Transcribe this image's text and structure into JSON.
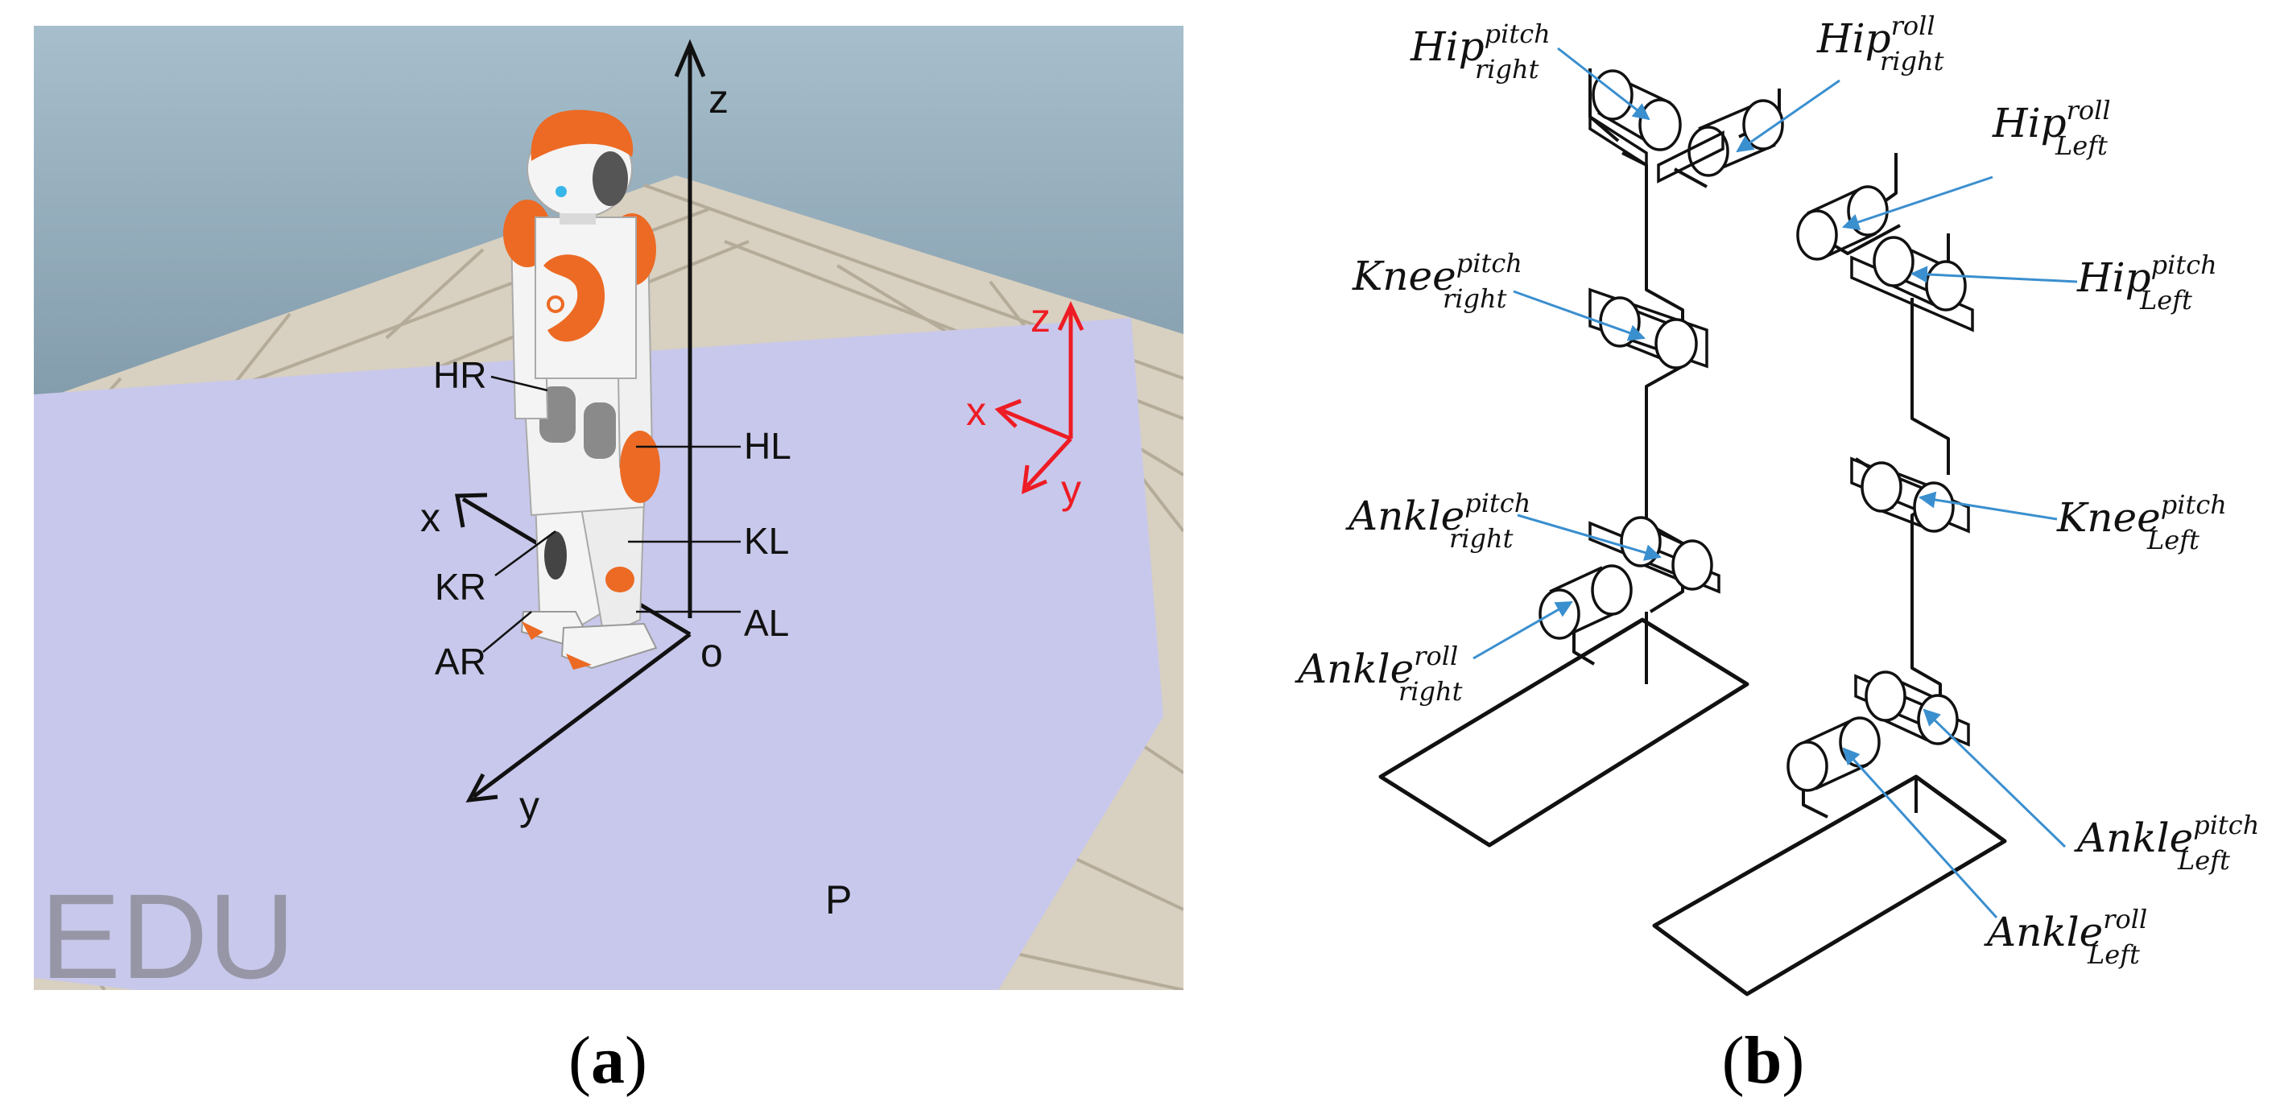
{
  "panel_a": {
    "watermark": "EDU",
    "axis_labels": {
      "z": "z",
      "x": "x",
      "y": "y",
      "origin": "o",
      "plane": "P"
    },
    "inset_axes": {
      "z": "z",
      "x": "x",
      "y": "y"
    },
    "joint_labels": {
      "HR": "HR",
      "HL": "HL",
      "KL": "KL",
      "KR": "KR",
      "AR": "AR",
      "AL": "AL"
    },
    "caption_open": "(",
    "caption_letter": "a",
    "caption_close": ")"
  },
  "panel_b": {
    "joints": {
      "hip_pitch_right": {
        "base": "Hip",
        "sup": "pitch",
        "sub": "right"
      },
      "hip_roll_right": {
        "base": "Hip",
        "sup": "roll",
        "sub": "right"
      },
      "hip_roll_left": {
        "base": "Hip",
        "sup": "roll",
        "sub": "Left"
      },
      "knee_pitch_right": {
        "base": "Knee",
        "sup": "pitch",
        "sub": "right"
      },
      "hip_pitch_left": {
        "base": "Hip",
        "sup": "pitch",
        "sub": "Left"
      },
      "ankle_pitch_right": {
        "base": "Ankle",
        "sup": "pitch",
        "sub": "right"
      },
      "knee_pitch_left": {
        "base": "Knee",
        "sup": "pitch",
        "sub": "Left"
      },
      "ankle_roll_right": {
        "base": "Ankle",
        "sup": "roll",
        "sub": "right"
      },
      "ankle_pitch_left": {
        "base": "Ankle",
        "sup": "pitch",
        "sub": "Left"
      },
      "ankle_roll_left": {
        "base": "Ankle",
        "sup": "roll",
        "sub": "Left"
      }
    },
    "caption_open": "(",
    "caption_letter": "b",
    "caption_close": ")"
  },
  "colors": {
    "sky_top": "#a7bfcc",
    "sky_bottom": "#7f98a8",
    "floor_tile": "#d8d0c0",
    "floor_grout": "#b5ab99",
    "ground_plane": "#c8c8ec",
    "robot_orange": "#ec6a24",
    "robot_white": "#f4f4f4",
    "axis_black": "#111111",
    "axis_red": "#ee1c24",
    "arrow_blue": "#3a8fcf",
    "watermark": "#8a8a95"
  }
}
